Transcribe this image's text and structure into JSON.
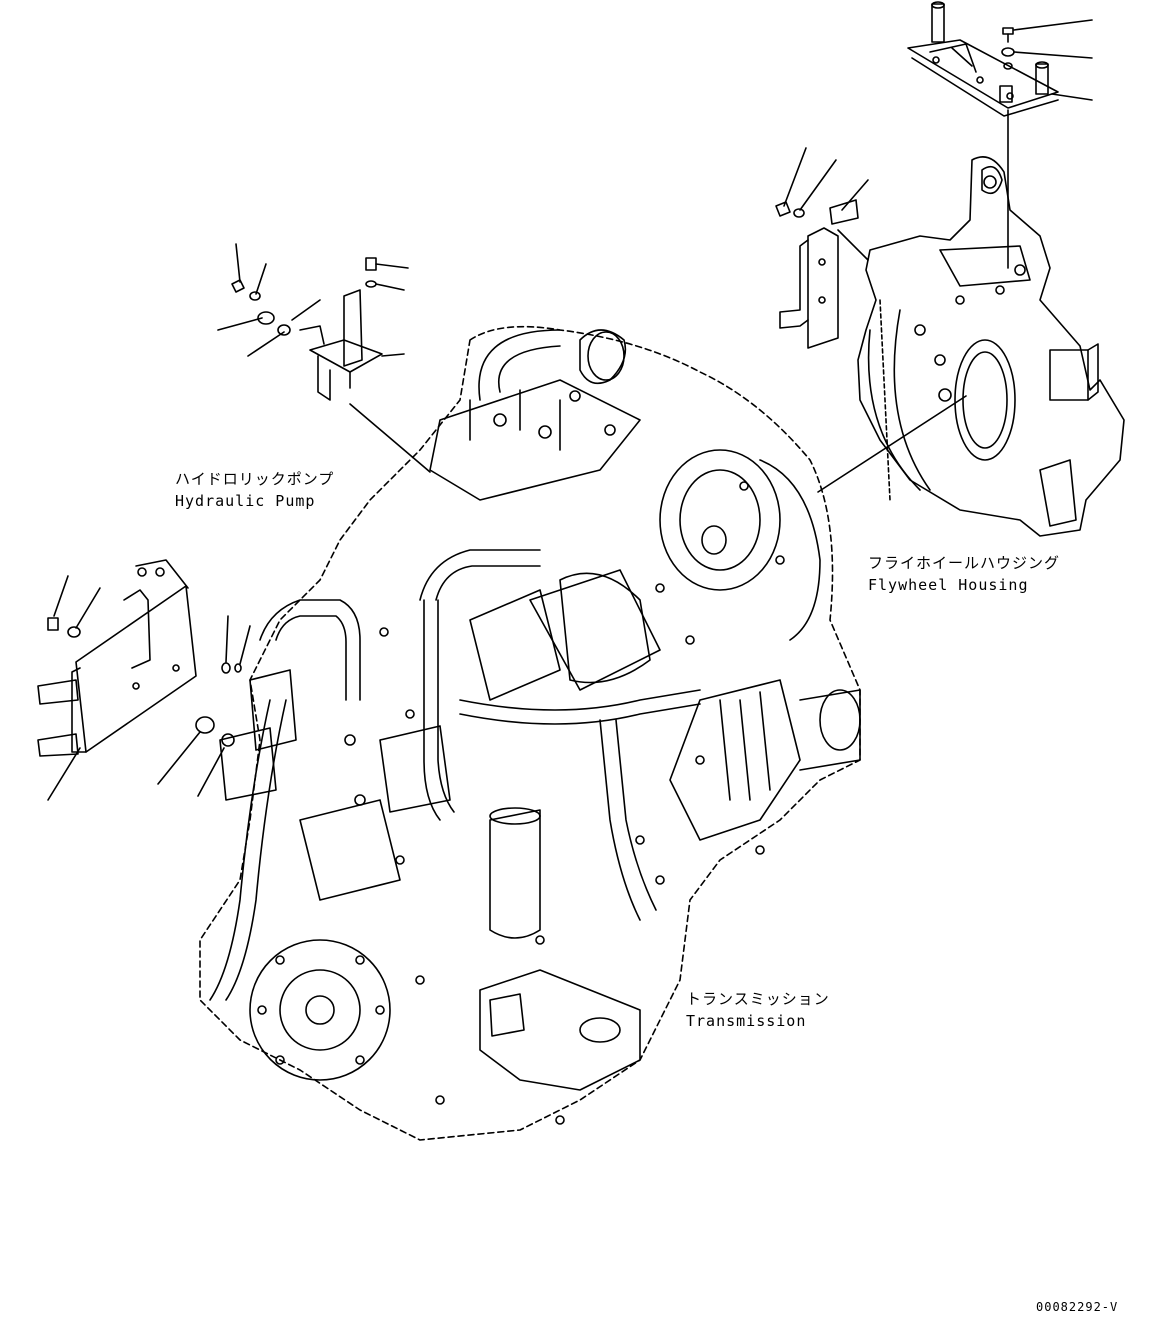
{
  "labels": {
    "hydraulic_pump_jp": "ハイドロリックポンプ",
    "hydraulic_pump_en": "Hydraulic Pump",
    "flywheel_housing_jp": "フライホイールハウジング",
    "flywheel_housing_en": "Flywheel Housing",
    "transmission_jp": "トランスミッション",
    "transmission_en": "Transmission"
  },
  "drawing_code": "00082292-V"
}
